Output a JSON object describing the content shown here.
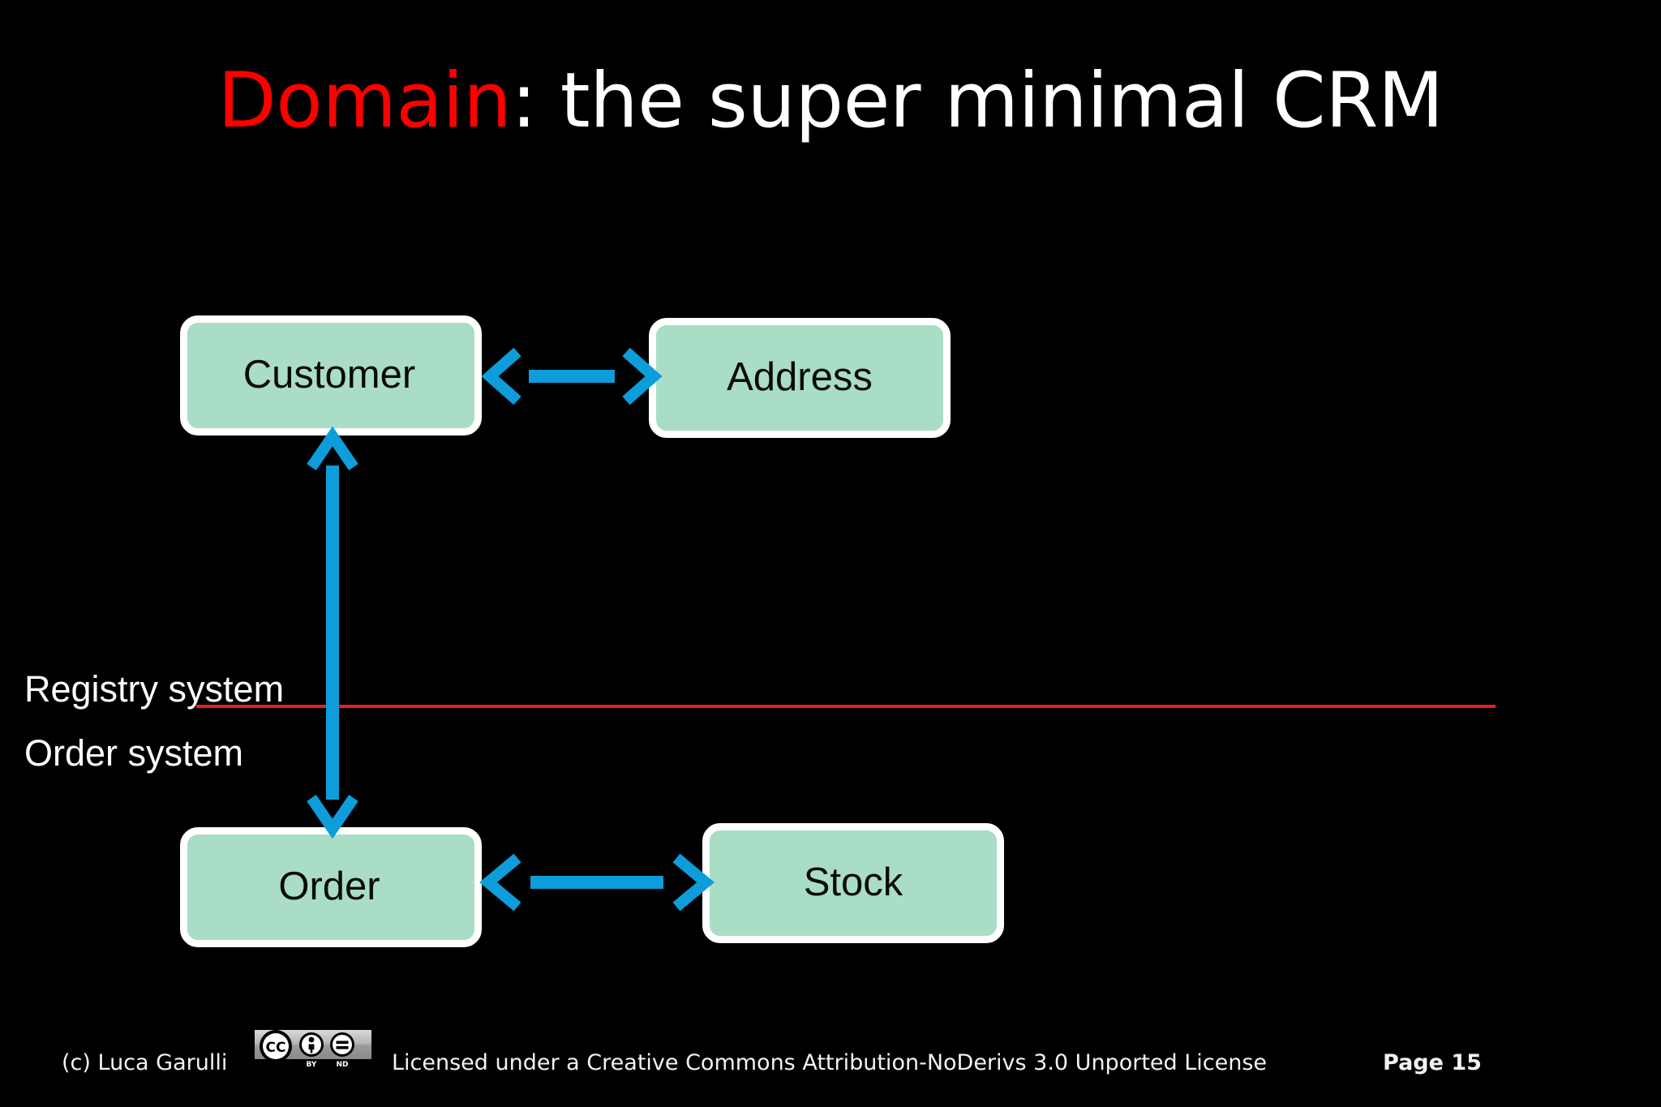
{
  "slide": {
    "background_color": "#000000",
    "title": {
      "accent_text": "Domain",
      "accent_color": "#fe0000",
      "rest_text": ": the super minimal CRM",
      "rest_color": "#ffffff"
    }
  },
  "diagram": {
    "node_fill": "#a9ddc6",
    "node_border": "#ffffff",
    "arrow_color": "#0d9ddb",
    "nodes": [
      {
        "id": "customer",
        "label": "Customer"
      },
      {
        "id": "address",
        "label": "Address"
      },
      {
        "id": "order",
        "label": "Order"
      },
      {
        "id": "stock",
        "label": "Stock"
      }
    ],
    "connectors": [
      {
        "id": "customer-address",
        "from": "Customer",
        "to": "Address",
        "style": "double-headed",
        "orientation": "horizontal"
      },
      {
        "id": "order-stock",
        "from": "Order",
        "to": "Stock",
        "style": "double-headed",
        "orientation": "horizontal"
      },
      {
        "id": "customer-order",
        "from": "Customer",
        "to": "Order",
        "style": "double-headed",
        "orientation": "vertical"
      }
    ],
    "lanes": {
      "divider_color": "#e81f1f",
      "above_label": "Registry system",
      "below_label": "Order system"
    }
  },
  "footer": {
    "copyright": "(c) Luca Garulli",
    "license": "Licensed under a Creative Commons Attribution-NoDerivs 3.0 Unported License",
    "page": "Page 15",
    "badge": {
      "cc_text": "CC",
      "by_text": "BY",
      "nd_text": "ND"
    }
  }
}
